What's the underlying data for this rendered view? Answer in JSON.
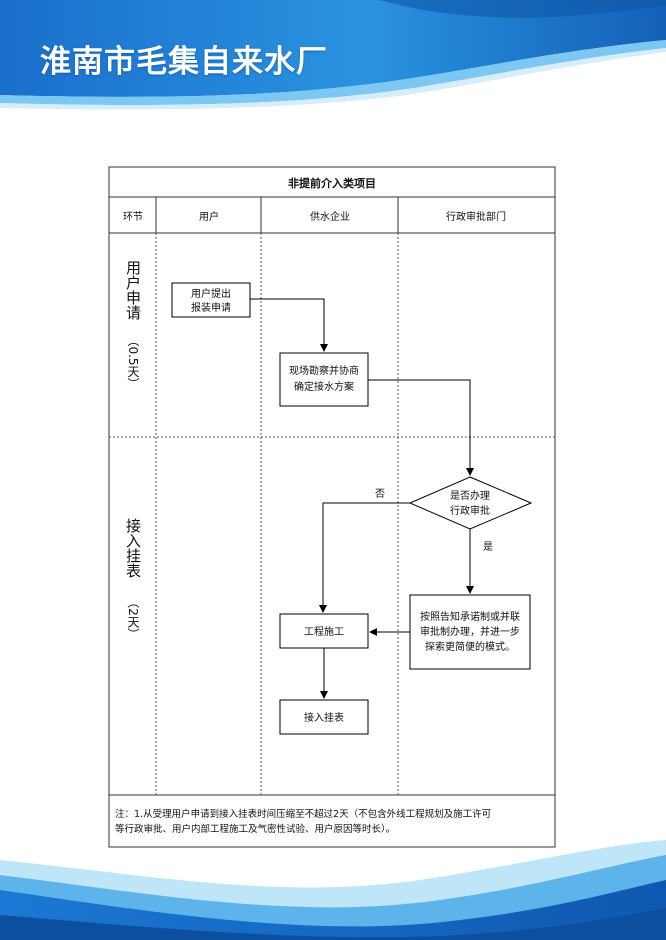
{
  "header": {
    "title": "淮南市毛集自来水厂"
  },
  "table": {
    "title": "非提前介入类项目",
    "columns": [
      "环节",
      "用户",
      "供水企业",
      "行政审批部门"
    ],
    "rows": [
      {
        "stage": "用户申请",
        "duration": "（0.5天）"
      },
      {
        "stage": "接入挂表",
        "duration": "（2天）"
      }
    ]
  },
  "flow": {
    "user_apply": [
      "用户提出",
      "报装申请"
    ],
    "survey": [
      "现场勘察并协商",
      "确定接水方案"
    ],
    "decision": [
      "是否办理",
      "行政审批"
    ],
    "no_label": "否",
    "yes_label": "是",
    "approval": [
      "按照告知承诺制或并联",
      "审批制办理，并进一步",
      "探索更简便的模式。"
    ],
    "construction": "工程施工",
    "meter": "接入挂表"
  },
  "note": [
    "注：1.从受理用户申请到接入挂表时间压缩至不超过2天（不包含外线工程规划及施工许可",
    "等行政审批、用户内部工程施工及气密性试验、用户原因等时长）。"
  ],
  "colors": {
    "brand_blue": "#1677cf",
    "light_blue": "#8fd0f5"
  }
}
